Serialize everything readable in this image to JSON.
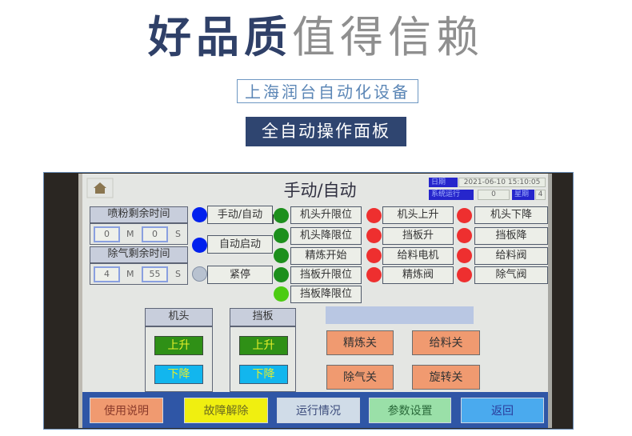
{
  "header": {
    "headline_dark": "好品质",
    "headline_grey": "值得信赖",
    "company": "上海润台自动化设备",
    "subtitle": "全自动操作面板"
  },
  "screen": {
    "title": "手动/自动",
    "home_icon": "home-icon",
    "date_label": "日期",
    "date_value": "2021-06-10 15:10:05",
    "run_label": "系统运行",
    "run_value": "0",
    "weekday_label": "星期",
    "weekday_value": "4"
  },
  "timers": {
    "spray": {
      "title": "喷粉剩余时间",
      "minutes": "0",
      "seconds": "0",
      "m_unit": "M",
      "s_unit": "S"
    },
    "degas": {
      "title": "除气剩余时间",
      "minutes": "4",
      "seconds": "55",
      "m_unit": "M",
      "s_unit": "S"
    }
  },
  "mode_buttons": [
    {
      "label": "手动/自动",
      "lamp": "blue"
    },
    {
      "label": "自动启动",
      "lamp": "blue"
    },
    {
      "label": "紧停",
      "lamp": "grey"
    }
  ],
  "inputs_col": [
    {
      "label": "机头升限位",
      "lamp": "green"
    },
    {
      "label": "机头降限位",
      "lamp": "green"
    },
    {
      "label": "精炼开始",
      "lamp": "green"
    },
    {
      "label": "挡板升限位",
      "lamp": "green"
    },
    {
      "label": "挡板降限位",
      "lamp": "lightgreen"
    }
  ],
  "outputs_col1": [
    {
      "label": "机头上升",
      "lamp": "red"
    },
    {
      "label": "挡板升",
      "lamp": "red"
    },
    {
      "label": "给料电机",
      "lamp": "red"
    },
    {
      "label": "精炼阀",
      "lamp": "red"
    }
  ],
  "outputs_col2": [
    {
      "label": "机头下降",
      "lamp": "red"
    },
    {
      "label": "挡板降",
      "lamp": "red"
    },
    {
      "label": "给料阀",
      "lamp": "red"
    },
    {
      "label": "除气阀",
      "lamp": "red"
    }
  ],
  "groups": {
    "head": {
      "title": "机头",
      "up": "上升",
      "down": "下降"
    },
    "baffle": {
      "title": "挡板",
      "up": "上升",
      "down": "下降"
    }
  },
  "actions": [
    "精炼关",
    "给料关",
    "除气关",
    "旋转关"
  ],
  "nav": [
    {
      "label": "使用说明",
      "bg": "#f09a70",
      "fg": "#8a3a2a"
    },
    {
      "label": "故障解除",
      "bg": "#f0ef10",
      "fg": "#6a6a20"
    },
    {
      "label": "运行情况",
      "bg": "#d0dce8",
      "fg": "#3a4a7a"
    },
    {
      "label": "参数设置",
      "bg": "#9ae0a8",
      "fg": "#2a6a3a"
    },
    {
      "label": "返回",
      "bg": "#4aaaee",
      "fg": "#2a3a9a"
    }
  ]
}
